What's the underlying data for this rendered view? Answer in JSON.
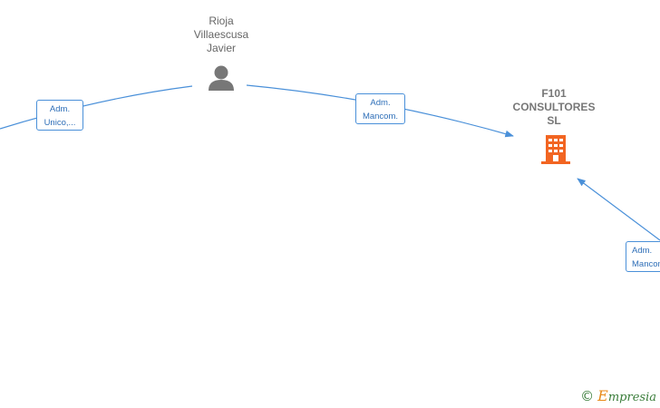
{
  "nodes": {
    "person": {
      "line1": "Rioja",
      "line2": "Villaescusa",
      "line3": "Javier",
      "icon": "person-icon"
    },
    "company": {
      "line1": "F101",
      "line2": "CONSULTORES",
      "line3": "SL",
      "icon": "building-icon",
      "color": "#f26522"
    }
  },
  "edges": {
    "left": {
      "line1": "Adm.",
      "line2": "Unico,..."
    },
    "middle": {
      "line1": "Adm.",
      "line2": "Mancom."
    },
    "right": {
      "line1": "Adm.",
      "line2": "Mancom."
    }
  },
  "colors": {
    "edge": "#4a90d9",
    "person_icon": "#777777"
  },
  "watermark": {
    "copyright": "©",
    "brand_initial": "E",
    "brand_rest": "mpresia"
  }
}
